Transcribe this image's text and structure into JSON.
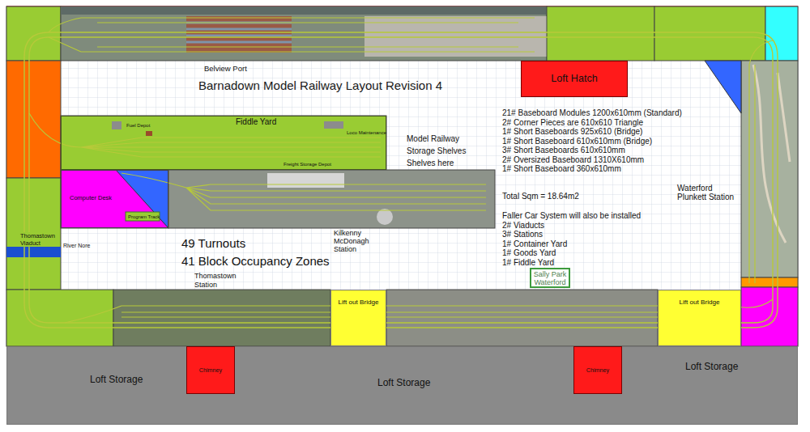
{
  "diagram": {
    "title": "Barnadown Model Railway Layout Revision 4",
    "nodes": [
      {
        "text": [
          "Loft Hatch"
        ]
      },
      {
        "text": [
          "Fiddle Yard"
        ]
      },
      {
        "text": [
          "Computer Desk",
          "Program Track"
        ]
      },
      {
        "text": [
          "Lift out Bridge"
        ]
      },
      {
        "text": [
          "Lift out Bridge"
        ]
      },
      {
        "text": [
          "Sally Park Waterford"
        ]
      },
      {
        "text": [
          "Loft Storage",
          "Loft Storage",
          "Loft Storage"
        ]
      },
      {
        "text": [
          "Chimney"
        ],
        "in": 6
      },
      {
        "text": [
          "Chimney"
        ],
        "in": 6
      }
    ],
    "labels": [
      "Belview Port",
      "Fuel Depot",
      "Loco Maintenance",
      "Freight Storage Depot",
      "Model Railway Storage Shelves Shelves here",
      "21# Baseboard Modules 1200x610mm (Standard)",
      "2# Corner Pieces are 610x610 Triangle",
      "1# Short Baseboards 925x610 (Bridge)",
      "1# Short Baseboard 610x610mm (Bridge)",
      "3# Short Baseboards 610x610mm",
      "2# Oversized Baseboard 1310X610mm",
      "1# Short Baseboard 360x610mm",
      "Total Sqm = 18.64m2",
      "Faller Car System will also be installed",
      "2# Viaducts",
      "3# Stations",
      "1# Container Yard",
      "1# Goods Yard",
      "1# Fiddle Yard",
      "Waterford Plunkett Station",
      "Thomastown Viaduct",
      "River Nore",
      "49 Turnouts",
      "41 Block Occupancy Zones",
      "Kilkenny McDonagh Station",
      "Thomastown Station"
    ]
  }
}
